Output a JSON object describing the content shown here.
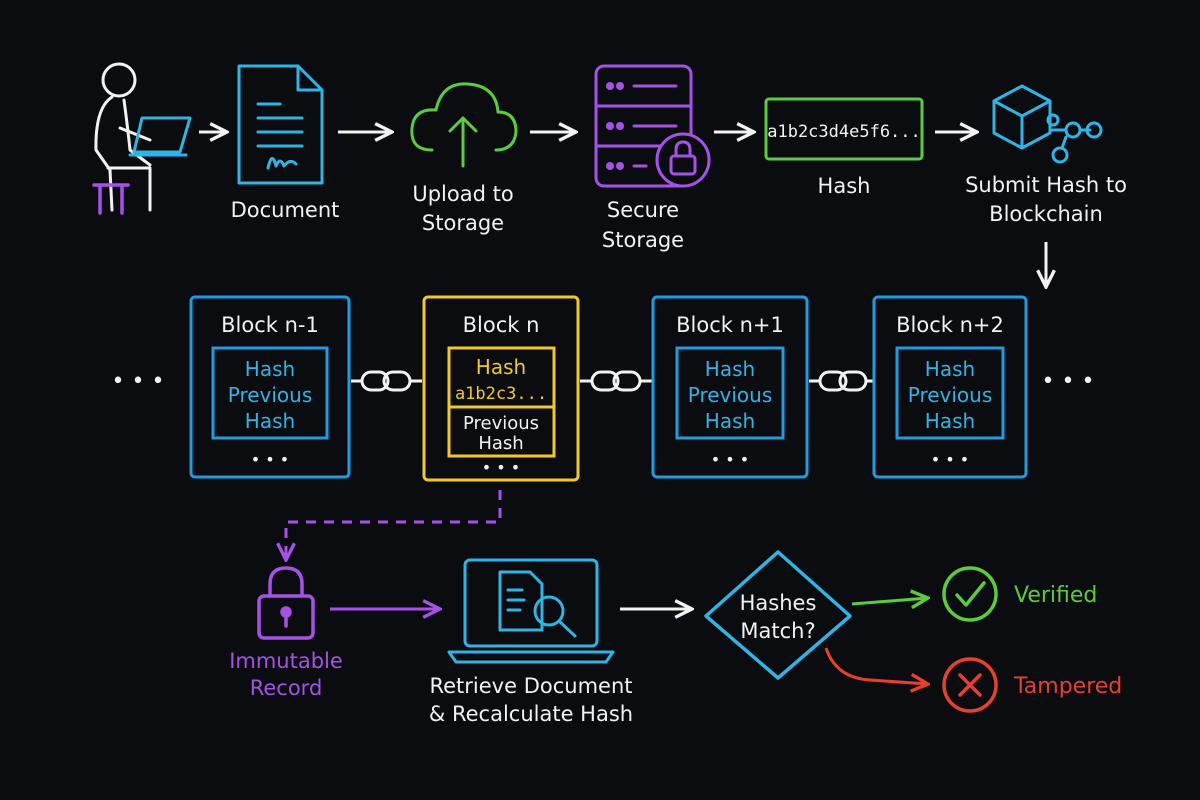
{
  "flow": {
    "document_label": "Document",
    "upload_label_1": "Upload to",
    "upload_label_2": "Storage",
    "storage_label_1": "Secure",
    "storage_label_2": "Storage",
    "hash_value": "a1b2c3d4e5f6...",
    "hash_label": "Hash",
    "submit_label_1": "Submit Hash to",
    "submit_label_2": "Blockchain"
  },
  "chain": {
    "left_ellipsis": "• • •",
    "right_ellipsis": "• • •",
    "blocks": [
      {
        "title": "Block n-1",
        "line1": "Hash",
        "line2": "Previous",
        "line3": "Hash",
        "more": "• • •"
      },
      {
        "title": "Block n",
        "hash_label": "Hash",
        "hash_value": "a1b2c3...",
        "prev1": "Previous",
        "prev2": "Hash",
        "more": "• • •"
      },
      {
        "title": "Block n+1",
        "line1": "Hash",
        "line2": "Previous",
        "line3": "Hash",
        "more": "• • •"
      },
      {
        "title": "Block n+2",
        "line1": "Hash",
        "line2": "Previous",
        "line3": "Hash",
        "more": "• • •"
      }
    ]
  },
  "verify": {
    "record_label_1": "Immutable",
    "record_label_2": "Record",
    "retrieve_label_1": "Retrieve Document",
    "retrieve_label_2": "& Recalculate Hash",
    "decision_1": "Hashes",
    "decision_2": "Match?",
    "verified_label": "Verified",
    "tampered_label": "Tampered"
  },
  "colors": {
    "white": "#f2f2f2",
    "cyan": "#2fb4e6",
    "blue": "#1f9be0",
    "green": "#5ccc3c",
    "purple": "#a652e8",
    "yellow": "#f1c92a",
    "red": "#e8402f",
    "background": "#0b0c10"
  }
}
